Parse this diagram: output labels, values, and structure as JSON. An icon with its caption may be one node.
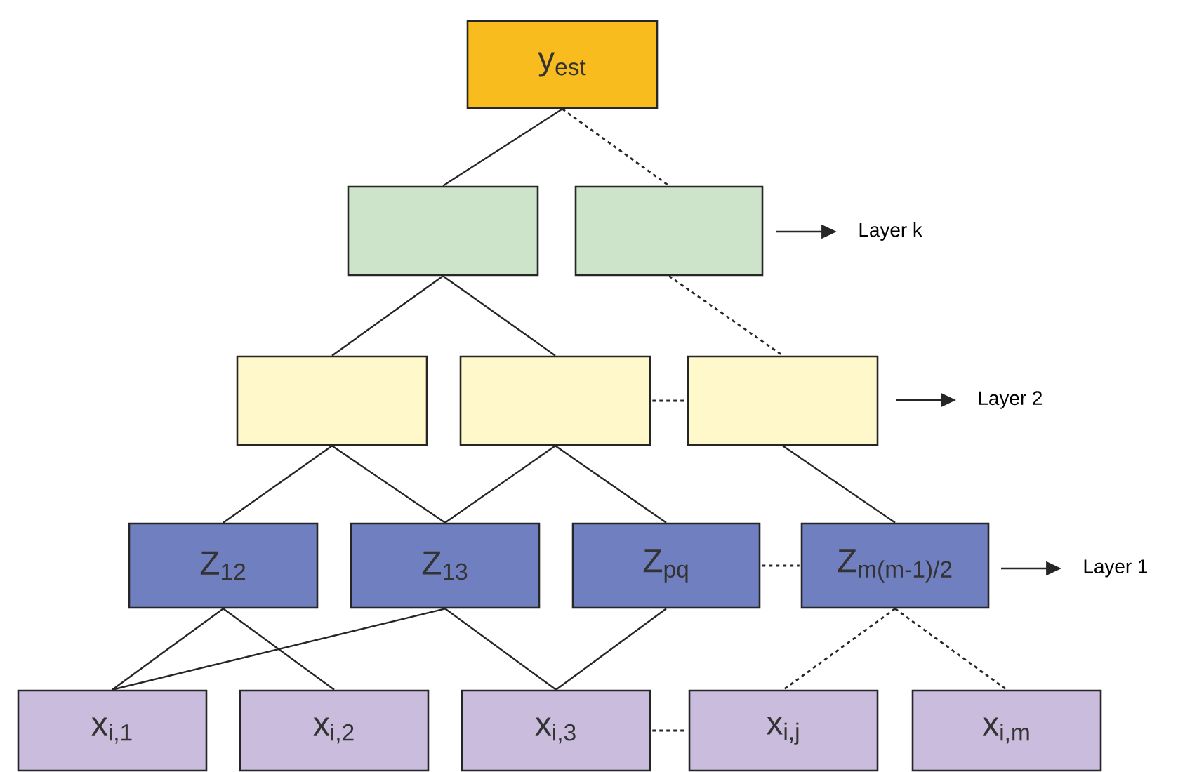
{
  "diagram": {
    "nodes": [
      {
        "text": [
          "y$_{est}$"
        ]
      },
      {
        "text": [],
        "shape": "box"
      },
      {
        "text": [],
        "shape": "box"
      },
      {
        "text": [],
        "shape": "box"
      },
      {
        "text": [],
        "shape": "box"
      },
      {
        "text": [],
        "shape": "box"
      },
      {
        "text": [
          "Z$_{12}$"
        ]
      },
      {
        "text": [
          "Z$_{13}$"
        ]
      },
      {
        "text": [
          "Z$_{pq}$"
        ]
      },
      {
        "text": [
          "Z$_{m(m-1)/2}$"
        ]
      },
      {
        "text": [
          "x$_{i,1}$"
        ]
      },
      {
        "text": [
          "x$_{i,2}$"
        ]
      },
      {
        "text": [
          "x$_{i,3}$"
        ]
      },
      {
        "text": [
          "x$_{i,j}$"
        ]
      },
      {
        "text": [
          "x$_{i,m}$"
        ]
      },
      {
        "text": [
          "Layer k"
        ]
      },
      {
        "text": [
          "Layer 2"
        ]
      },
      {
        "text": [
          "Layer 1"
        ]
      }
    ],
    "edges": [
      {
        "from": 0,
        "to": 1,
        "arrow": "none"
      },
      {
        "from": 0,
        "to": 2,
        "arrow": "none",
        "style": "dashed"
      },
      {
        "from": 1,
        "to": 3,
        "arrow": "none"
      },
      {
        "from": 1,
        "to": 4,
        "arrow": "none"
      },
      {
        "from": 2,
        "to": 5,
        "arrow": "none",
        "style": "dashed"
      },
      {
        "from": 4,
        "to": 5,
        "arrow": "none",
        "style": "dashed"
      },
      {
        "from": 3,
        "to": 6,
        "arrow": "none"
      },
      {
        "from": 3,
        "to": 7,
        "arrow": "none"
      },
      {
        "from": 4,
        "to": 7,
        "arrow": "none"
      },
      {
        "from": 4,
        "to": 8,
        "arrow": "none"
      },
      {
        "from": 5,
        "to": 9,
        "arrow": "none"
      },
      {
        "from": 8,
        "to": 9,
        "arrow": "none",
        "style": "dashed"
      },
      {
        "from": 6,
        "to": 10,
        "arrow": "none"
      },
      {
        "from": 6,
        "to": 11,
        "arrow": "none"
      },
      {
        "from": 7,
        "to": 10,
        "arrow": "none"
      },
      {
        "from": 7,
        "to": 12,
        "arrow": "none"
      },
      {
        "from": 8,
        "to": 12,
        "arrow": "none"
      },
      {
        "from": 9,
        "to": 13,
        "arrow": "none",
        "style": "dashed"
      },
      {
        "from": 9,
        "to": 14,
        "arrow": "none",
        "style": "dashed"
      },
      {
        "from": 12,
        "to": 13,
        "arrow": "none",
        "style": "dashed"
      },
      {
        "from": 2,
        "to": 15,
        "arrow": "to"
      },
      {
        "from": 5,
        "to": 16,
        "arrow": "to"
      },
      {
        "from": 9,
        "to": 17,
        "arrow": "to"
      }
    ]
  }
}
